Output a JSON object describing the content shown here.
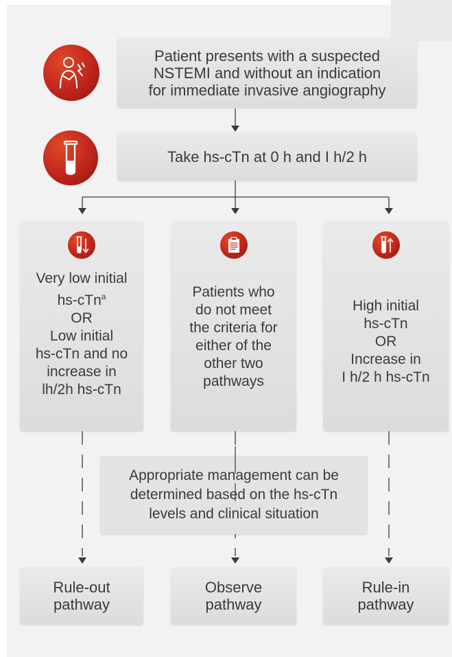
{
  "start": {
    "lines": [
      "Patient presents with a suspected",
      "NSTEMI and without an indication",
      "for immediate invasive angiography"
    ]
  },
  "test": {
    "label": "Take hs-cTn at 0 h and I h/2 h"
  },
  "criteria": {
    "left": {
      "line1": "Very low initial",
      "line2_main": "hs-cTn",
      "line2_sup": "a",
      "line3": "OR",
      "line4": "Low initial",
      "line5": "hs-cTn and no",
      "line6": "increase in",
      "line7": "lh/2h hs-cTn"
    },
    "middle": {
      "lines": [
        "Patients who",
        "do not meet",
        "the criteria for",
        "either of the",
        "other two",
        "pathways"
      ]
    },
    "right": {
      "lines": [
        "High initial",
        "hs-cTn",
        "OR",
        "Increase in",
        "I h/2 h hs-cTn"
      ]
    }
  },
  "management": {
    "lines": [
      "Appropriate management can be",
      "determined based on the hs-cTn",
      "levels and clinical situation"
    ]
  },
  "outcomes": {
    "left": [
      "Rule-out",
      "pathway"
    ],
    "middle": [
      "Observe",
      "pathway"
    ],
    "right": [
      "Rule-in",
      "pathway"
    ]
  },
  "icons": {
    "patient": "patient-chest-pain-icon",
    "test": "blood-test-tube-icon",
    "low": "test-tube-down-arrow-icon",
    "observe": "clipboard-icon",
    "high": "test-tube-up-arrow-icon"
  },
  "colors": {
    "icon_red": "#c0251c",
    "box_grey": "#e0e0e0",
    "panel": "#f2f2f2",
    "text": "#3a3a3a"
  }
}
